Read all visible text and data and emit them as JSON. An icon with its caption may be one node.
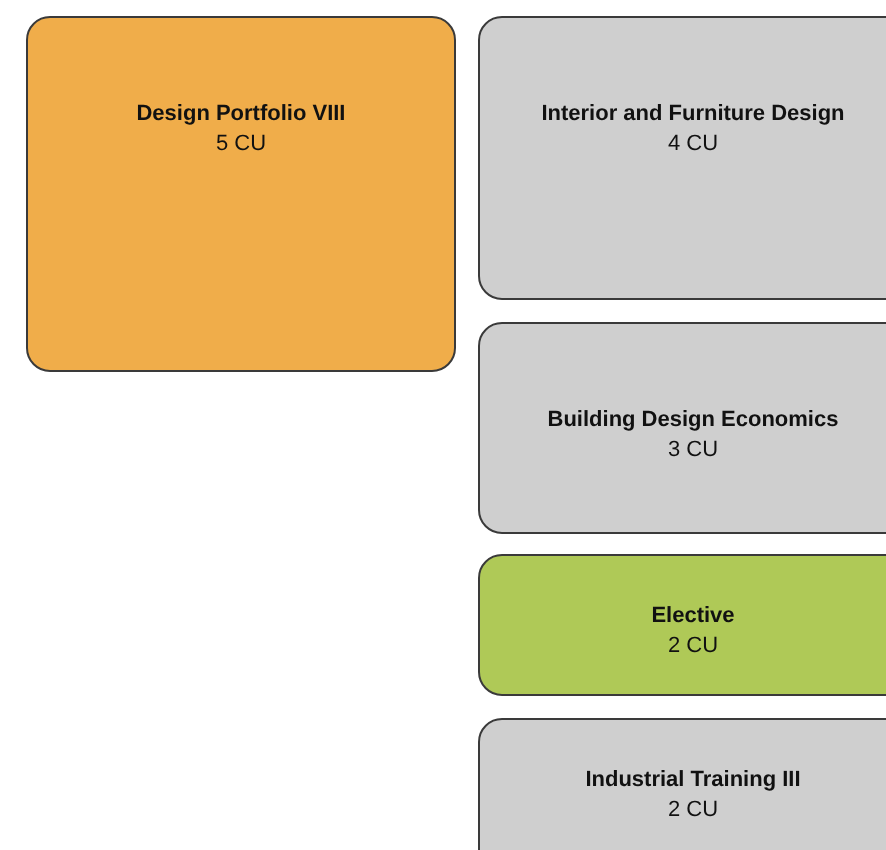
{
  "diagram": {
    "nodes": [
      {
        "text": [
          "Design Portfolio VIII",
          "5 CU"
        ]
      },
      {
        "text": [
          "Interior and Furniture Design",
          "4 CU"
        ]
      },
      {
        "text": [
          "Building Design Economics",
          "3 CU"
        ]
      },
      {
        "text": [
          "Elective",
          "2 CU"
        ]
      },
      {
        "text": [
          "Industrial Training III",
          "2 CU"
        ]
      }
    ]
  }
}
